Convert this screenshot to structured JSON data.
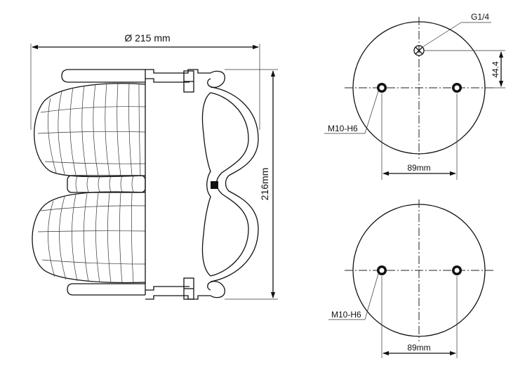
{
  "labels": {
    "diameter": "Ø 215 mm",
    "height": "216mm",
    "port": "G1/4",
    "port_offset": "44.4",
    "thread_top": "M10-H6",
    "spacing_top": "89mm",
    "thread_bottom": "M10-H6",
    "spacing_bottom": "89mm"
  },
  "colors": {
    "line": "#111111",
    "background": "#ffffff"
  }
}
